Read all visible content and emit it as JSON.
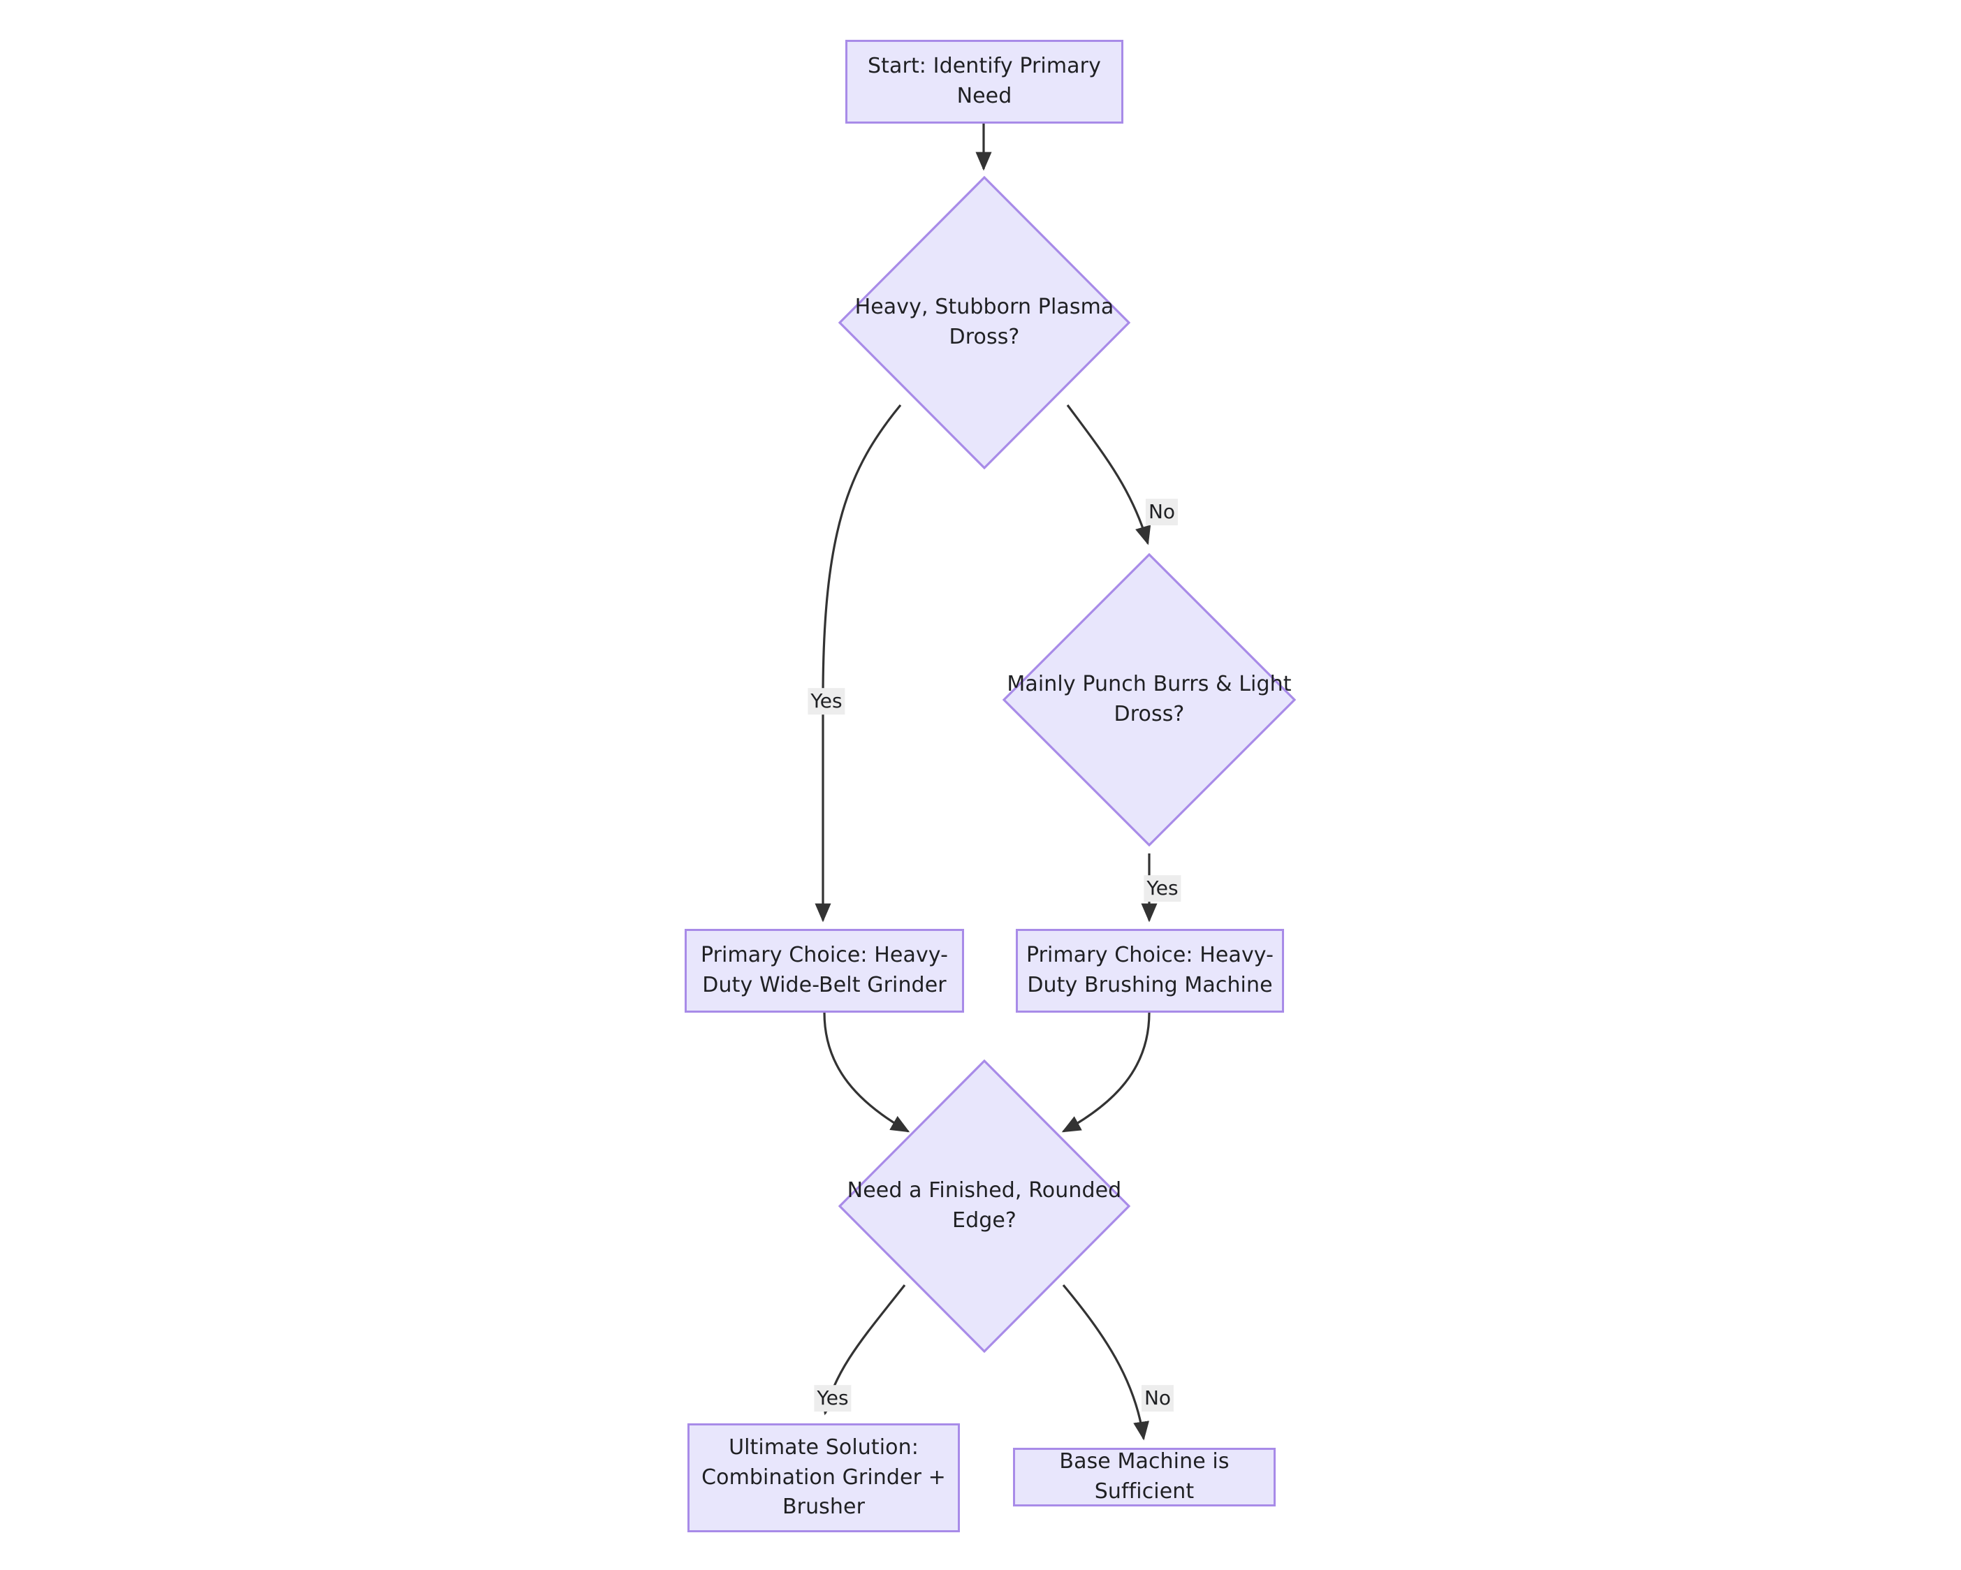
{
  "diagram": {
    "type": "flowchart",
    "orientation": "top-down",
    "background_color": "#ffffff",
    "node_fill_color": "#e8e6fc",
    "node_border_color": "#a88be8",
    "edge_color": "#333333",
    "edge_label_background": "#ededed",
    "text_color": "#1f2023"
  },
  "nodes": {
    "start": {
      "id": "start",
      "shape": "rectangle",
      "label": "Start: Identify Primary\nNeed"
    },
    "decision_plasma_dross": {
      "id": "decision_plasma_dross",
      "shape": "diamond",
      "label": "Heavy, Stubborn Plasma\nDross?"
    },
    "decision_punch_burrs": {
      "id": "decision_punch_burrs",
      "shape": "diamond",
      "label": "Mainly Punch Burrs & Light\nDross?"
    },
    "choice_grinder": {
      "id": "choice_grinder",
      "shape": "rectangle",
      "label": "Primary Choice: Heavy-\nDuty Wide-Belt Grinder"
    },
    "choice_brusher": {
      "id": "choice_brusher",
      "shape": "rectangle",
      "label": "Primary Choice: Heavy-\nDuty Brushing Machine"
    },
    "decision_rounded_edge": {
      "id": "decision_rounded_edge",
      "shape": "diamond",
      "label": "Need a Finished, Rounded\nEdge?"
    },
    "result_combination": {
      "id": "result_combination",
      "shape": "rectangle",
      "label": "Ultimate Solution:\nCombination Grinder +\nBrusher"
    },
    "result_base_machine": {
      "id": "result_base_machine",
      "shape": "rectangle",
      "label": "Base Machine is Sufficient"
    }
  },
  "edges": [
    {
      "id": "e1",
      "from": "start",
      "to": "decision_plasma_dross",
      "label": ""
    },
    {
      "id": "e2",
      "from": "decision_plasma_dross",
      "to": "choice_grinder",
      "label": "Yes"
    },
    {
      "id": "e3",
      "from": "decision_plasma_dross",
      "to": "decision_punch_burrs",
      "label": "No"
    },
    {
      "id": "e4",
      "from": "decision_punch_burrs",
      "to": "choice_brusher",
      "label": "Yes"
    },
    {
      "id": "e5",
      "from": "choice_grinder",
      "to": "decision_rounded_edge",
      "label": ""
    },
    {
      "id": "e6",
      "from": "choice_brusher",
      "to": "decision_rounded_edge",
      "label": ""
    },
    {
      "id": "e7",
      "from": "decision_rounded_edge",
      "to": "result_combination",
      "label": "Yes"
    },
    {
      "id": "e8",
      "from": "decision_rounded_edge",
      "to": "result_base_machine",
      "label": "No"
    }
  ],
  "edge_labels": {
    "yes_plasma": "Yes",
    "no_plasma": "No",
    "yes_punch": "Yes",
    "yes_rounded": "Yes",
    "no_rounded": "No"
  }
}
